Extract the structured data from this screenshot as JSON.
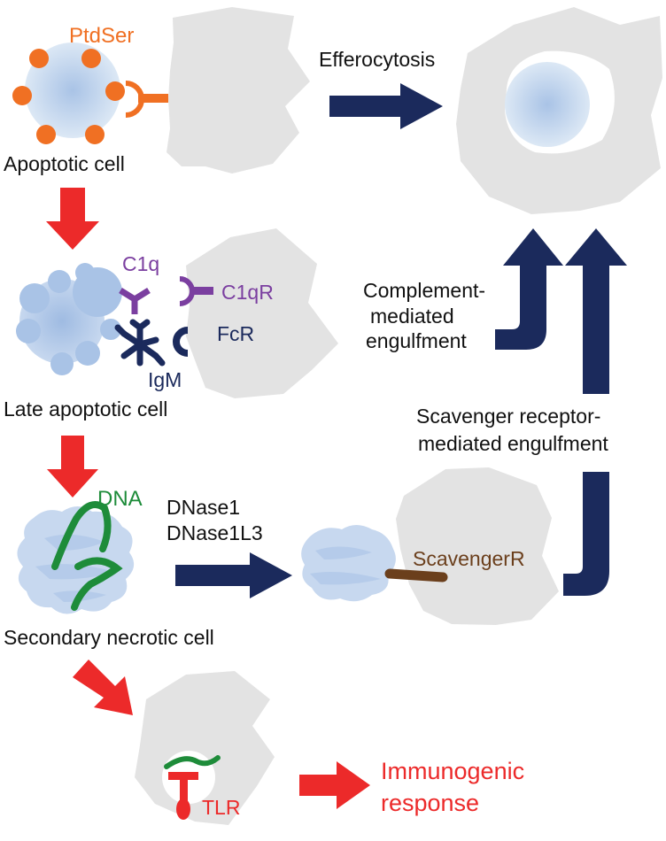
{
  "labels": {
    "ptdser": "PtdSer",
    "apoptotic_cell": "Apoptotic cell",
    "efferocytosis": "Efferocytosis",
    "c1q": "C1q",
    "c1qr": "C1qR",
    "fcr": "FcR",
    "igm": "IgM",
    "late_apoptotic_cell": "Late apoptotic cell",
    "complement_line1": "Complement-",
    "complement_line2": "mediated",
    "complement_line3": "engulfment",
    "scavenger_line1": "Scavenger receptor-",
    "scavenger_line2": "mediated engulfment",
    "dna": "DNA",
    "dnase1": "DNase1",
    "dnase1l3": "DNase1L3",
    "scavengerr": "ScavengerR",
    "secondary_necrotic_cell": "Secondary necrotic cell",
    "tlr": "TLR",
    "immunogenic_line1": "Immunogenic",
    "immunogenic_line2": "response"
  },
  "colors": {
    "macrophage": "#e3e3e3",
    "cell_light": "#dce8f5",
    "cell_blue": "#a9c3e6",
    "ptdser": "#f07023",
    "arrow_navy": "#1b2a5c",
    "arrow_red": "#ec2a2a",
    "c1q_purple": "#7b3fa0",
    "igm_navy": "#1b2a5c",
    "dna_green": "#1e8c3a",
    "scavenger_brown": "#6b3f1c",
    "text_dark": "#111111"
  }
}
